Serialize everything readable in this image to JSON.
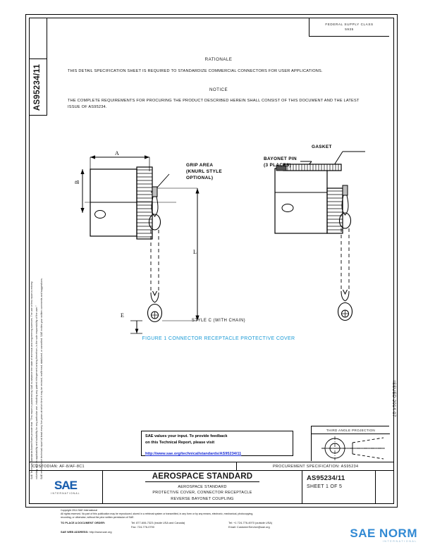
{
  "document": {
    "number": "AS95234/11",
    "sheet": "SHEET 1 OF 5",
    "issue_date": "ISSUED 2014-07",
    "header_box_line1": "FEDERAL SUPPLY CLASS",
    "header_box_line2": "5935"
  },
  "sections": {
    "rationale_heading": "RATIONALE",
    "rationale_text": "THIS DETAIL SPECIFICATION SHEET IS REQUIRED TO STANDARDIZE COMMERCIAL CONNECTORS FOR USER APPLICATIONS.",
    "notice_heading": "NOTICE",
    "notice_text": "THE COMPLETE REQUIREMENTS FOR PROCURING THE PRODUCT DESCRIBED HEREIN SHALL CONSIST OF THIS DOCUMENT AND THE LATEST ISSUE OF AS95234."
  },
  "drawing": {
    "labels": {
      "grip_area": "GRIP AREA",
      "knurl_line1": "(KNURL STYLE",
      "knurl_line2": "OPTIONAL)",
      "gasket": "GASKET",
      "bayonet_pin_line1": "BAYONET PIN",
      "bayonet_pin_line2": "(3 PLACES)"
    },
    "dimensions": {
      "a": "A",
      "b": "B",
      "l": "L",
      "e": "E"
    },
    "style_caption": "STYLE C (WITH CHAIN)",
    "figure_caption": "FIGURE 1   CONNECTOR RECEPTACLE PROTECTIVE COVER",
    "figure_caption_color": "#1a9ad6"
  },
  "feedback": {
    "line1": "SAE values your input. To provide feedback",
    "line2": "on this Technical Report, please visit",
    "link": "http://www.sae.org/technical/standards/AS95234/11",
    "link_color": "#1b2ed6"
  },
  "projection": {
    "title": "THIRD ANGLE PROJECTION"
  },
  "title_block": {
    "custodian": "CUSTODIAN:  AF-8/AF-8C1",
    "procurement": "PROCUREMENT SPECIFICATION: AS95234",
    "heading": "AEROSPACE STANDARD",
    "sub_line1": "AEROSPACE STANDARD",
    "sub_line2": "PROTECTIVE COVER, CONNECTOR RECEPTACLE",
    "sub_line3": "REVERSE BAYONET COUPLING",
    "doc_number": "AS95234/11",
    "sheet": "SHEET 1 OF 5",
    "logo_text": "SAE",
    "logo_sub": "INTERNATIONAL",
    "logo_color": "#1b5fae"
  },
  "margin_text": {
    "left_col_a": "SAE Technical Standards Board Rules provide that: \"This report is published by SAE to advance the state of technical and engineering sciences. The use of this report is entirely",
    "left_col_b": "voluntary, and its applicability and suitability for any particular use, including any patent infringement arising therefrom, is the sole responsibility of the user.\"",
    "left_col_c": "SAE reviews each technical report at least every five years at which time it may be revised, reaffirmed, stabilized, or cancelled. SAE invites your written comments and suggestions."
  },
  "footer": {
    "copyright": "Copyright 2014 SAE International",
    "rights_line1": "All rights reserved. No part of this publication may be reproduced, stored in a retrieval system or transmitted, in any form or by any means, electronic, mechanical, photocopying,",
    "rights_line2": "recording, or otherwise, without the prior written permission of SAE.",
    "order_label": "TO PLACE A DOCUMENT ORDER:",
    "tel_usa": "Tel:  877-606-7323 (inside USA and Canada)",
    "fax": "Fax:  724-776-0790",
    "tel_outside": "Tel:  +1 724-776-4970 (outside USA)",
    "email": "Email: CustomerService@sae.org",
    "web_label": "SAE WEB ADDRESS:",
    "web_url": "http://www.sae.org"
  },
  "watermark": {
    "main": "SAE NORM",
    "sub": "INTERNATIONAL",
    "color": "#1f7fd0"
  }
}
